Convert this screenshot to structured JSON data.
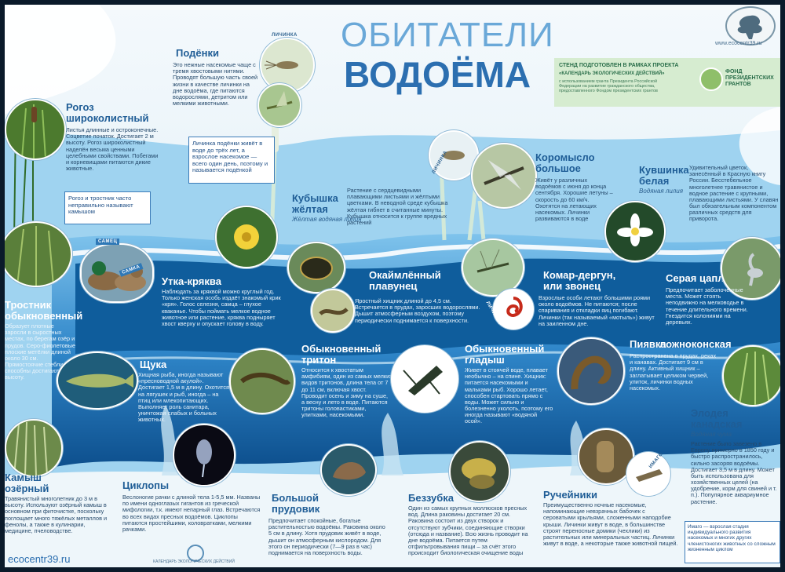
{
  "header": {
    "title_line1": "ОБИТАТЕЛИ",
    "title_line2": "ВОДОЁМА",
    "site_top": "www.ecocentr39.ru",
    "grant_heading": "СТЕНД ПОДГОТОВЛЕН В РАМКАХ ПРОЕКТА",
    "grant_project": "«КАЛЕНДАРЬ ЭКОЛОГИЧЕСКИХ ДЕЙСТВИЙ»",
    "grant_text": "с использованием гранта Президента Российской Федерации на развитие гражданского общества, предоставленного Фондом президентских грантов",
    "fund_name": "ФОНД ПРЕЗИДЕНТСКИХ ГРАНТОВ"
  },
  "footer": {
    "site": "ecocentr39.ru",
    "calendar_logo": "КАЛЕНДАРЬ ЭКОЛОГИЧЕСКИХ ДЕЙСТВИЙ"
  },
  "labels": {
    "samets": "САМЕЦ",
    "samka": "САМКА",
    "lichinka": "ЛИЧИНКА",
    "imago": "ИМАГО"
  },
  "species": {
    "podenki": {
      "name": "Подёнки",
      "text": "Это нежные насекомые чаще с тремя хвостовыми нитями. Проводят большую часть своей жизни в качестве личинки на дне водоёма, где питаются водорослями, детритом или мелкими животными."
    },
    "podenki_note": "Личинка подёнки живёт в воде до трёх лет, а взрослое насекомое — всего один день, поэтому и называется подёнкой",
    "rogoz": {
      "name1": "Рогоз",
      "name2": "широколистный",
      "text": "Листья длинные и остроконечные. Соцветие початок. Достигает 2 м высоту. Рогоз широколистный наделён весьма ценными целебными свойствами. Побегами и корневищами питаются дикие животные."
    },
    "rogoz_note": "Рогоз и тростник часто неправильно называют камышом",
    "kubyshka": {
      "name1": "Кубышка",
      "name2": "жёлтая",
      "latin": "Жёлтая водяная лилия",
      "text": "Растение с сердцевидными плавающими листьями и жёлтыми цветками. В неводной среде кубышка жёлтая гибнет в считанные минуты. Кубышка относится к группе вредных растений"
    },
    "koromyslo": {
      "name1": "Коромысло",
      "name2": "большое",
      "text": "Живёт у различных водоёмов с июня до конца сентября. Хорошие летуны – скорость до 60 км/ч. Охотятся на летающих насекомых. Личинки развиваются в воде"
    },
    "kuvshinka": {
      "name1": "Кувшинка",
      "name2": "белая",
      "latin": "Водяная лилия",
      "text": "Удивительный цветок, занесённый в Красную книгу России. Бесстебельное многолетнее травянистое и водное растение с крупными, плавающими листьями. У славян был обязательным компонентом различных средств для приворота."
    },
    "trostnik": {
      "name1": "Тростник",
      "name2": "обыкновенный",
      "text": "Образует плотные заросли в сыростных местах, по берегам озёр и прудов. Серо-фиолетовые плоские метёлки длиной около 30 см. Прямостоячие стебли способны достигают 4 м в высоту."
    },
    "utka": {
      "name": "Утка-кряква",
      "text": "Наблюдать за кряквой можно круглый год. Только женская особь издаёт знакомый крик «кря». Голос селезня, самца – глухое кваканье. Чтобы поймать мелкое водное животное или растение, кряква подныряет хвост кверху и опускает голову в воду."
    },
    "plavunets": {
      "name1": "Окаймлённый",
      "name2": "плавунец",
      "text": "Яростный хищник длиной до 4,5 см. Встречается в прудах, заросших водорослями. Дышит атмосферным воздухом, поэтому периодически поднимается к поверхности."
    },
    "komar": {
      "name1": "Комар-дергун,",
      "name2": "или звонец",
      "text": "Взрослые особи летают большими роями около водоёмов. Не питаются; после спаривания и откладки яиц погибают. Личинки (так называемый «мотыль») живут на заиленном дне."
    },
    "tsaplya": {
      "name": "Серая цапля",
      "text": "Предпочитает заболоченные места. Может стоять неподвижно на мелководье в течение длительного времени. Гнездится колониями на деревьях."
    },
    "shchuka": {
      "name": "Щука",
      "text": "Хищная рыба, иногда называют «пресноводной акулой». Достигает 1,5 м в длину. Охотится на лягушек и рыб, иногда – на птиц или млекопитающих. Выполняет роль санитара, уничтожая слабых и больных животных."
    },
    "triton": {
      "name1": "Обыкновенный",
      "name2": "тритон",
      "text": "Относится к хвостатым амфибиям, один из самых мелких видов тритонов, длина тела от 7 до 11 см, включая хвост. Проводит осень и зиму на суше, а весну и лето в воде. Питаются тритоны головастиками, улитками, насекомыми."
    },
    "gladysh": {
      "name1": "Обыкновенный",
      "name2": "гладыш",
      "text": "Живет в стоячей воде, плавает необычно – на спине. Хищник: питается насекомыми и мальками рыб. Хорошо летает, способен стартовать прямо с воды. Может сильно и болезненно уколоть, поэтому его иногда называют «водяной осой»."
    },
    "piyavka": {
      "name1": "Пиявка",
      "name2": "ложноконская",
      "text": "Распространена в прудах, реках и канавах. Достигает 9 см в длину. Активный хищник – заглатывает целиком червей, улиток, личинки водных насекомых."
    },
    "elodeya": {
      "name1": "Элодея",
      "name2": "канадская",
      "latin": "Водяная чума",
      "text": "Растение было завезено в Европу примерно в 1850 году и быстро распространилось, сильно засоряя водоёмы. Достигает 3,5 м в длину. Может быть использована для хозяйственных целей (на удобрение, корм для свиней и т. п.). Популярное аквариумное растение."
    },
    "kamysh": {
      "name1": "Камыш",
      "name2": "озёрный",
      "text": "Травянистый многолетник до 3 м в высоту. Используют озёрный камыш в основном при фиточистке, поскольку поглощает много тяжёлых металлов и фенолы, а также в кулинарии, медицине, пчеловодстве."
    },
    "tsiklopy": {
      "name": "Циклопы",
      "text": "Веслоногие рачки с длиной тела 1-5,5 мм. Названы по имени одноглазых гигантов из греческой мифологии, т.к. имеют непарный глаз. Встречаются во всех видах пресных водоёмов. Циклопы питаются простейшими, коловратками, мелкими рачками."
    },
    "prudovik": {
      "name1": "Большой",
      "name2": "прудовик",
      "text": "Предпочитает спокойные, богатые растительностью водоёмы. Раковина около 5 см в длину. Хотя прудовик живёт в воде, дышит он атмосферным кислородом. Для этого он периодически (7—9 раз в час) поднимается на поверхность воды."
    },
    "bezzubka": {
      "name": "Беззубка",
      "text": "Один из самых крупных моллюсков пресных вод. Длина раковины достигает 20 см. Раковина состоит из двух створок и отсутствуют зубчики, соединяющие створки (отсюда и название). Всю жизнь проводит на дне водоёма. Питается путем отфильтровывания пищи – за счёт этого происходит биологическая очищение воды"
    },
    "rucheyniki": {
      "name": "Ручейники",
      "text": "Преимущественно ночные насекомые, напоминающие невзрачных бабочек с сероватыми крыльями, сложенными наподобие крыши. Личинки живут в воде, в большинстве строят переносные домики (чехлики) из растительных или минеральных частиц. Личинки живут в воде, а некоторые также животной пищей."
    },
    "imago_note": "Имаго — взрослая стадия индивидуального развития насекомых и многих других членистоногих животных со сложным жизненным циклом"
  },
  "colors": {
    "deep_water": "#0f5d9c",
    "mid_water": "#2b7cc0",
    "light_water": "#6fb8e6",
    "sky": "#e9f3f8",
    "heading": "#1f5d96",
    "plants": "#2f6b2a"
  }
}
